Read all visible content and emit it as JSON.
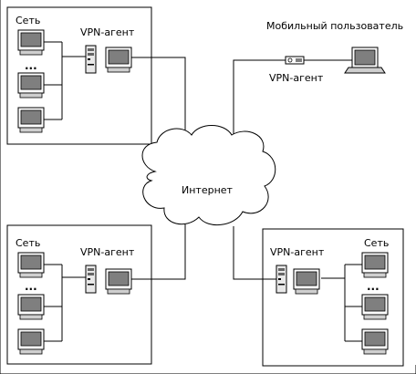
{
  "labels": {
    "net_tl": "Сеть",
    "agent_tl": "VPN-агент",
    "net_bl": "Сеть",
    "agent_bl": "VPN-агент",
    "agent_br": "VPN-агент",
    "net_br": "Сеть",
    "mobile_user": "Мобильный пользователь",
    "mobile_agent": "VPN-агент",
    "internet": "Интернет",
    "dots_tl": "...",
    "dots_bl": "...",
    "dots_br": "..."
  }
}
